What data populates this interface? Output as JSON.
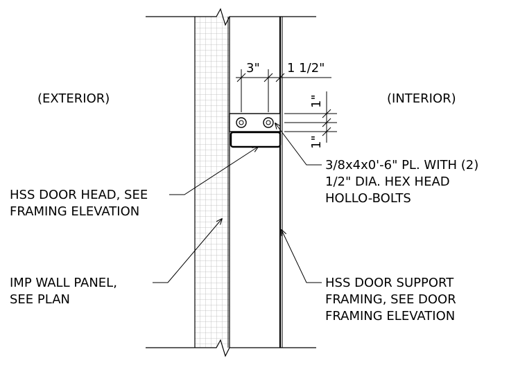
{
  "labels": {
    "exterior": "(EXTERIOR)",
    "interior": "(INTERIOR)",
    "dim_3in": "3\"",
    "dim_1_5in": "1 1/2\"",
    "dim_1in_top": "1\"",
    "dim_1in_bottom": "1\""
  },
  "notes": {
    "plate": [
      "3/8x4x0'-6\" PL. WITH (2)",
      "1/2\" DIA. HEX HEAD",
      "HOLLO-BOLTS"
    ],
    "door_head": [
      "HSS DOOR HEAD, SEE",
      "FRAMING  ELEVATION"
    ],
    "wall_panel": [
      "IMP WALL PANEL,",
      "SEE PLAN"
    ],
    "door_support": [
      "HSS DOOR SUPPORT",
      "FRAMING, SEE DOOR",
      "FRAMING ELEVATION"
    ]
  }
}
